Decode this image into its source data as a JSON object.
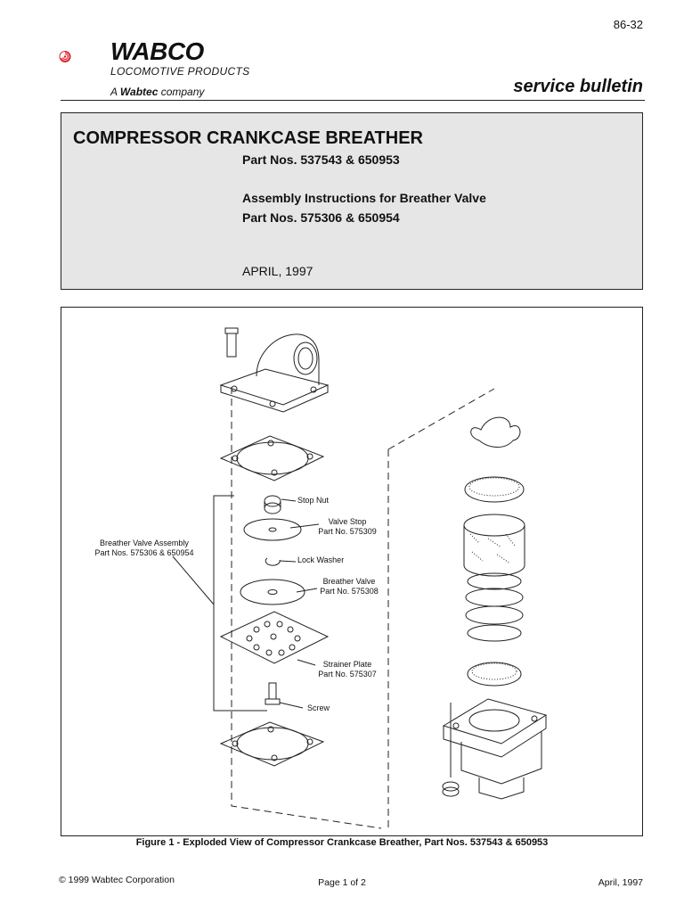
{
  "header": {
    "doc_number": "86-32",
    "logo_word": "WABCO",
    "logo_subtitle": "LOCOMOTIVE PRODUCTS",
    "logo_company_prefix": "A ",
    "logo_company_brand": "Wabtec",
    "logo_company_suffix": " company",
    "bulletin_label": "service bulletin"
  },
  "title_block": {
    "title": "COMPRESSOR CRANKCASE BREATHER",
    "part_nos": "Part Nos. 537543 & 650953",
    "assembly_line1": "Assembly Instructions for Breather Valve",
    "assembly_line2": "Part Nos. 575306 & 650954",
    "date": "APRIL, 1997"
  },
  "figure": {
    "labels": {
      "stop_nut": "Stop Nut",
      "valve_stop": "Valve Stop",
      "valve_stop_part": "Part No. 575309",
      "assembly": "Breather Valve Assembly",
      "assembly_part": "Part Nos. 575306 & 650954",
      "lock_washer": "Lock Washer",
      "breather_valve": "Breather Valve",
      "breather_valve_part": "Part No. 575308",
      "strainer_plate": "Strainer Plate",
      "strainer_plate_part": "Part No. 575307",
      "screw": "Screw"
    },
    "caption": "Figure 1 - Exploded View of Compressor Crankcase Breather, Part Nos. 537543 & 650953"
  },
  "footer": {
    "copyright": "© 1999 Wabtec Corporation",
    "page": "Page 1 of 2",
    "date": "April,  1997"
  },
  "colors": {
    "logo_red": "#d9232a",
    "title_box_bg": "#e6e6e6"
  }
}
